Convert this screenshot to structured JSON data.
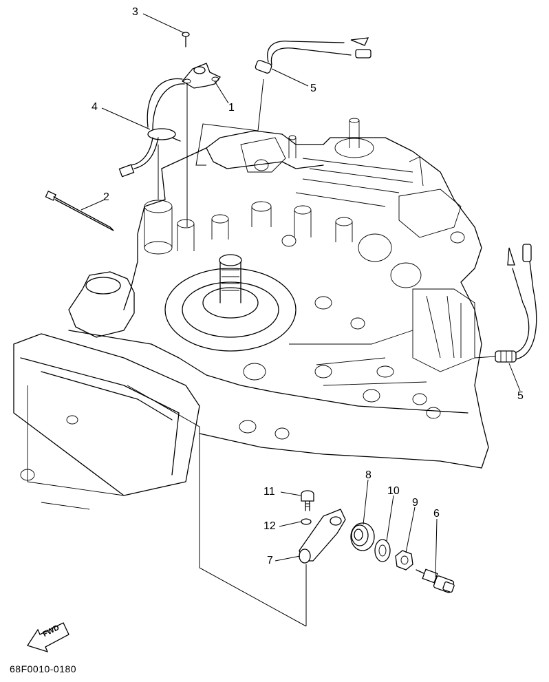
{
  "diagram_code": "68F0010-0180",
  "fwd_label": "FWD",
  "callouts": [
    {
      "id": "c3a",
      "number": "3"
    },
    {
      "id": "c5a",
      "number": "5"
    },
    {
      "id": "c1",
      "number": "1"
    },
    {
      "id": "c4",
      "number": "4"
    },
    {
      "id": "c2",
      "number": "2"
    },
    {
      "id": "c5b",
      "number": "5"
    },
    {
      "id": "c8",
      "number": "8"
    },
    {
      "id": "c11",
      "number": "11"
    },
    {
      "id": "c10",
      "number": "10"
    },
    {
      "id": "c9",
      "number": "9"
    },
    {
      "id": "c6",
      "number": "6"
    },
    {
      "id": "c12",
      "number": "12"
    },
    {
      "id": "c7",
      "number": "7"
    }
  ]
}
